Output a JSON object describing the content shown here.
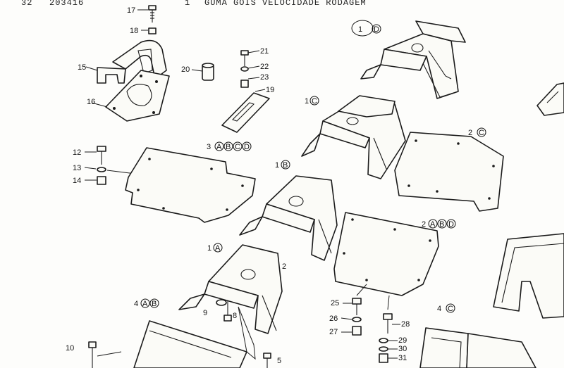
{
  "header": {
    "code1": "32",
    "code2": "203416",
    "code3": "1",
    "title_fragment": "GUMA GOIS VELOCIDADE RODAGEM"
  },
  "callouts": {
    "c17": "17",
    "c18": "18",
    "c15": "15",
    "c16": "16",
    "c20": "20",
    "c21": "21",
    "c22": "22",
    "c23": "23",
    "c19": "19",
    "c1D_num": "1",
    "c1D_letter": "D",
    "c1C_num": "1",
    "c1C_letter": "C",
    "c2C_num": "2",
    "c2C_letter": "C",
    "c12": "12",
    "c13": "13",
    "c14": "14",
    "c3_num": "3",
    "c3_letters": [
      "A",
      "B",
      "C",
      "D"
    ],
    "c1B_num": "1",
    "c1B_letter": "B",
    "c2_num": "2",
    "c2_letters": [
      "A",
      "B",
      "D"
    ],
    "c1A_num": "1",
    "c1A_letter": "A",
    "c4AB_num": "4",
    "c4AB_letters": [
      "A",
      "B"
    ],
    "c9": "9",
    "c8": "8",
    "c5": "5",
    "c10": "10",
    "c25": "25",
    "c26": "26",
    "c27": "27",
    "c28": "28",
    "c29": "29",
    "c30": "30",
    "c31": "31",
    "c4C_num": "4",
    "c4C_letter": "C",
    "small2": "2"
  },
  "colors": {
    "ink": "#1b1b1b",
    "paper": "#fdfdfb",
    "highlight_ring": "#111111"
  }
}
